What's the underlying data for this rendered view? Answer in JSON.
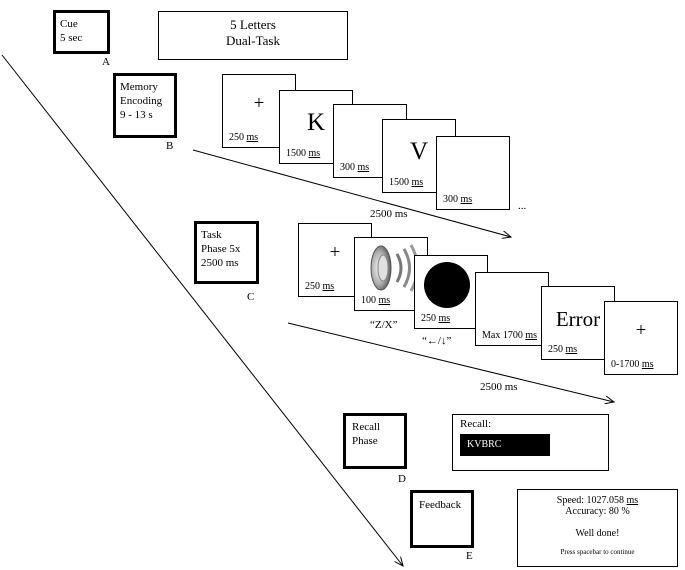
{
  "phases": {
    "cue": {
      "text": "Cue\n5 sec",
      "letter": "A"
    },
    "memory": {
      "text": "Memory\nEncoding\n9 - 13 s",
      "letter": "B"
    },
    "task": {
      "text": "Task\nPhase 5x\n2500 ms",
      "letter": "C"
    },
    "recall": {
      "text": "Recall\nPhase",
      "letter": "D"
    },
    "feedback": {
      "text": "Feedback",
      "letter": "E"
    }
  },
  "header": {
    "line1": "5 Letters",
    "line2": "Dual-Task"
  },
  "memory_frames": [
    {
      "content": "+",
      "dur_num": "250",
      "dur_unit": "ms"
    },
    {
      "content": "K",
      "dur_num": "1500",
      "dur_unit": "ms"
    },
    {
      "content": "",
      "dur_num": "300",
      "dur_unit": "ms"
    },
    {
      "content": "V",
      "dur_num": "1500",
      "dur_unit": "ms"
    },
    {
      "content": "",
      "dur_num": "300",
      "dur_unit": "ms"
    }
  ],
  "memory_ellipsis": "...",
  "task_frames": [
    {
      "content": "+",
      "dur_num": "250",
      "dur_unit": "ms"
    },
    {
      "content": "speaker-icon",
      "dur_num": "100",
      "dur_unit": "ms"
    },
    {
      "content": "black-circle-icon",
      "dur_num": "250",
      "dur_unit": "ms"
    },
    {
      "content": "",
      "dur_num": "Max 1700",
      "dur_unit": "ms"
    },
    {
      "content": "Error",
      "dur_num": "250",
      "dur_unit": "ms"
    },
    {
      "content": "+",
      "dur_num": "0-1700",
      "dur_unit": "ms"
    }
  ],
  "task_labels": {
    "top_duration": "2500 ms",
    "bottom_duration": "2500 ms",
    "keys_sound": "“Z/X”",
    "keys_visual": "“←/↓”"
  },
  "recall_screen": {
    "label": "Recall:",
    "value": "KVBRC"
  },
  "feedback_screen": {
    "speed_label": "Speed: ",
    "speed_value": "1027.058",
    "speed_unit": "ms",
    "accuracy": "Accuracy: 80 %",
    "message": "Well done!",
    "hint": "Press spacebar to continue"
  }
}
